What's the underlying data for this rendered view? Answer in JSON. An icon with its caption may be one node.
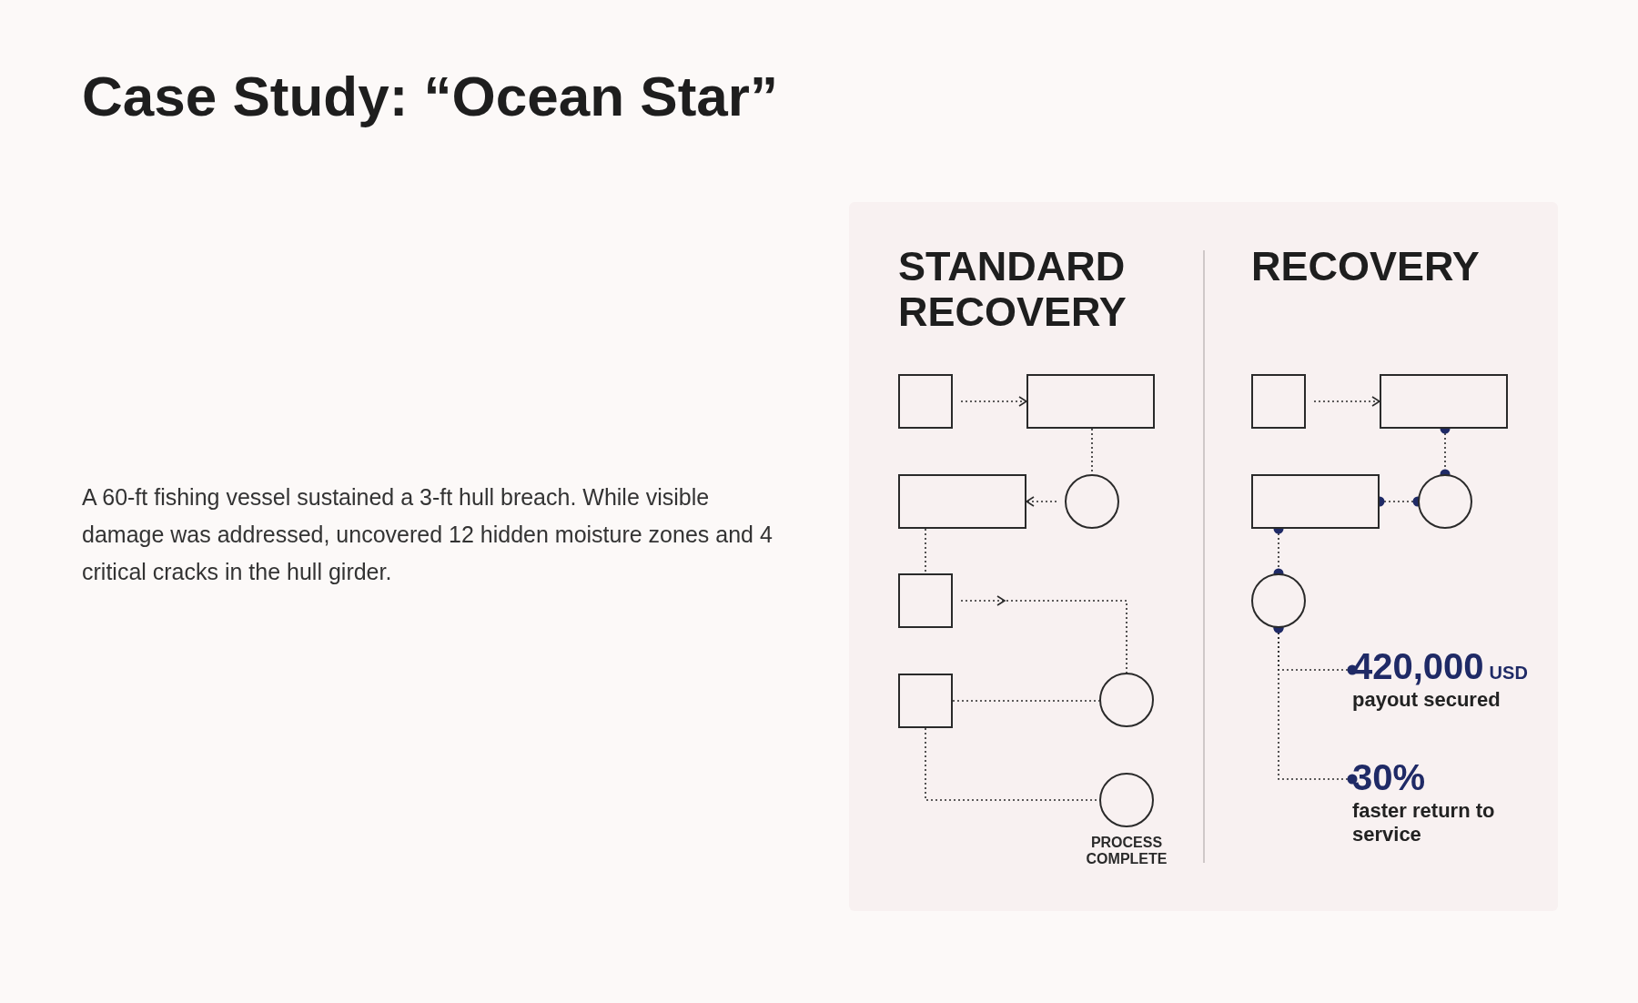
{
  "diagram": {
    "title": "Case Study: “Ocean Star”",
    "nodes": [
      {
        "text": [],
        "shape": "box"
      },
      {
        "text": [],
        "shape": "box"
      },
      {
        "text": [],
        "shape": "circle"
      },
      {
        "text": [],
        "shape": "box"
      },
      {
        "text": [],
        "shape": "box"
      },
      {
        "text": [],
        "shape": "circle"
      },
      {
        "text": [],
        "shape": "box"
      },
      {
        "text": [],
        "shape": "circle",
        "beside": [
          "PROCESS COMPLETE"
        ]
      },
      {
        "text": [],
        "shape": "box"
      },
      {
        "text": [],
        "shape": "box"
      },
      {
        "text": [],
        "shape": "circle"
      },
      {
        "text": [],
        "shape": "box"
      },
      {
        "text": [],
        "shape": "circle"
      },
      {
        "text": [
          "420,000",
          "USD",
          "payout secured"
        ]
      },
      {
        "text": [
          "30%",
          "faster return to service"
        ]
      }
    ],
    "edges": [
      {
        "from": 0,
        "to": 1,
        "arrow": "to"
      },
      {
        "from": 1,
        "to": 2,
        "arrow": "none"
      },
      {
        "from": 2,
        "to": 3,
        "arrow": "to"
      },
      {
        "from": 3,
        "to": 4,
        "arrow": "none"
      },
      {
        "from": 4,
        "to": 5,
        "arrow": "to"
      },
      {
        "from": 6,
        "to": 5,
        "arrow": "none"
      },
      {
        "from": 6,
        "to": 7,
        "arrow": "none"
      },
      {
        "from": 8,
        "to": 9,
        "arrow": "to"
      },
      {
        "from": 9,
        "to": 10,
        "arrow": "other"
      },
      {
        "from": 10,
        "to": 11,
        "arrow": "other"
      },
      {
        "from": 11,
        "to": 12,
        "arrow": "other"
      },
      {
        "from": 12,
        "to": 13,
        "arrow": "other"
      },
      {
        "from": 12,
        "to": 14,
        "arrow": "other"
      }
    ],
    "labels": [
      "STANDARD RECOVERY",
      "RECOVERY",
      "A 60-ft fishing vessel sustained a 3-ft hull breach. While visible damage was addressed, uncovered 12 hidden moisture zones and 4 critical cracks in the hull girder."
    ]
  }
}
